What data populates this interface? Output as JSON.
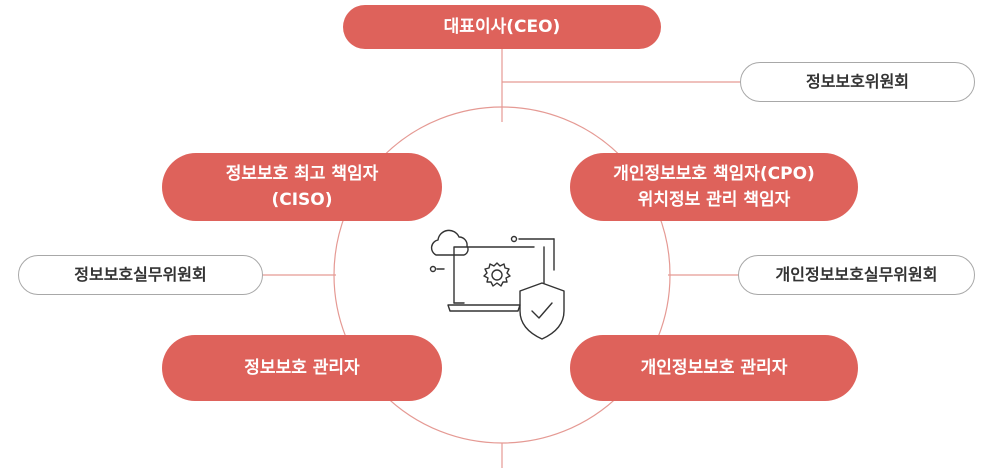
{
  "ceo": "대표이사(CEO)",
  "committee": "정보보호위원회",
  "ciso": {
    "line1": "정보보호 최고 책임자",
    "line2": "(CISO)"
  },
  "cpo": {
    "line1": "개인정보보호 책임자(CPO)",
    "line2": "위치정보 관리 책임자"
  },
  "working_committee": "정보보호실무위원회",
  "privacy_working_committee": "개인정보보호실무위원회",
  "security_manager": "정보보호 관리자",
  "privacy_manager": "개인정보보호 관리자",
  "colors": {
    "accent": "#de625b",
    "outline": "#a8a8a8",
    "line": "#e59a94",
    "icon": "#333333"
  },
  "icon": "cloud-laptop-gear-shield-icon"
}
